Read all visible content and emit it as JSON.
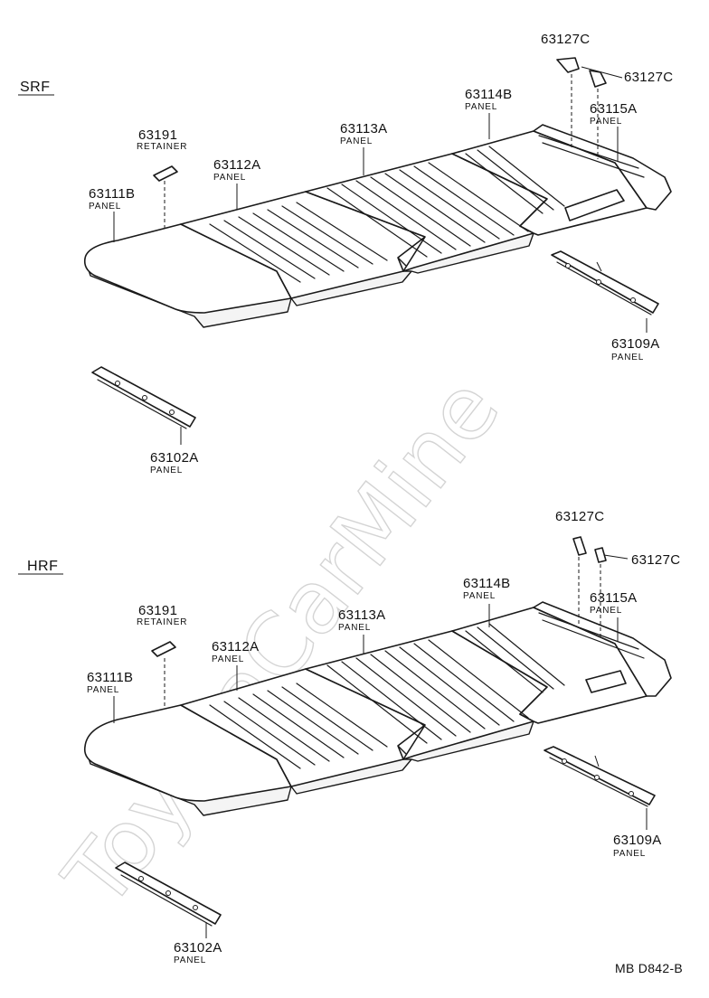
{
  "watermark": "ToyotaCarMine",
  "reference_code": "MB D842-B",
  "sections": [
    {
      "id": "srf",
      "label": "SRF",
      "labels": {
        "retainer_63191": {
          "code": "63191",
          "name": "RETAINER"
        },
        "panel_63111b": {
          "code": "63111B",
          "name": "PANEL"
        },
        "panel_63112a": {
          "code": "63112A",
          "name": "PANEL"
        },
        "panel_63113a": {
          "code": "63113A",
          "name": "PANEL"
        },
        "panel_63114b": {
          "code": "63114B",
          "name": "PANEL"
        },
        "panel_63115a": {
          "code": "63115A",
          "name": "PANEL"
        },
        "clip_63127c_upper": {
          "code": "63127C"
        },
        "clip_63127c_lower": {
          "code": "63127C"
        },
        "panel_63109a": {
          "code": "63109A",
          "name": "PANEL"
        },
        "panel_63102a": {
          "code": "63102A",
          "name": "PANEL"
        }
      }
    },
    {
      "id": "hrf",
      "label": "HRF",
      "labels": {
        "retainer_63191": {
          "code": "63191",
          "name": "RETAINER"
        },
        "panel_63111b": {
          "code": "63111B",
          "name": "PANEL"
        },
        "panel_63112a": {
          "code": "63112A",
          "name": "PANEL"
        },
        "panel_63113a": {
          "code": "63113A",
          "name": "PANEL"
        },
        "panel_63114b": {
          "code": "63114B",
          "name": "PANEL"
        },
        "panel_63115a": {
          "code": "63115A",
          "name": "PANEL"
        },
        "clip_63127c_upper": {
          "code": "63127C"
        },
        "clip_63127c_lower": {
          "code": "63127C"
        },
        "panel_63109a": {
          "code": "63109A",
          "name": "PANEL"
        },
        "panel_63102a": {
          "code": "63102A",
          "name": "PANEL"
        }
      }
    }
  ]
}
